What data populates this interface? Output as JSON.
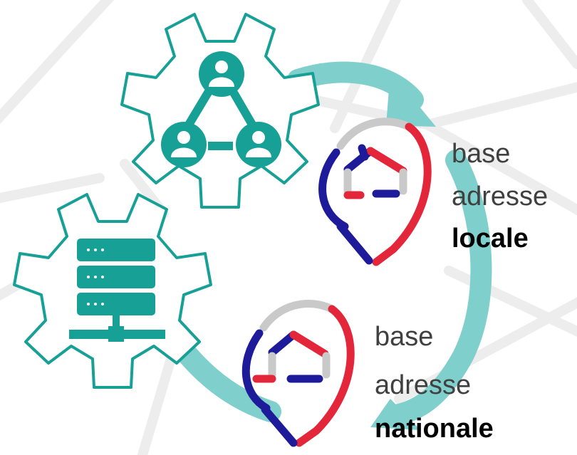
{
  "labels": {
    "local": {
      "line1": "base",
      "line2": "adresse",
      "line3": "locale"
    },
    "national": {
      "line1": "base",
      "line2": "adresse",
      "line3": "nationale"
    }
  },
  "colors": {
    "teal": "#17a096",
    "cycle_arrow": "#7fcfcc",
    "gear_stroke": "#17a096",
    "pin_blue": "#1d1b9a",
    "pin_red": "#e3263a",
    "pin_gray": "#c9c9c9",
    "background_lines": "#ececec"
  },
  "icons": {
    "top_gear": "users-network-icon",
    "bottom_gear": "server-network-icon",
    "pins": "map-pin-house-icon"
  }
}
